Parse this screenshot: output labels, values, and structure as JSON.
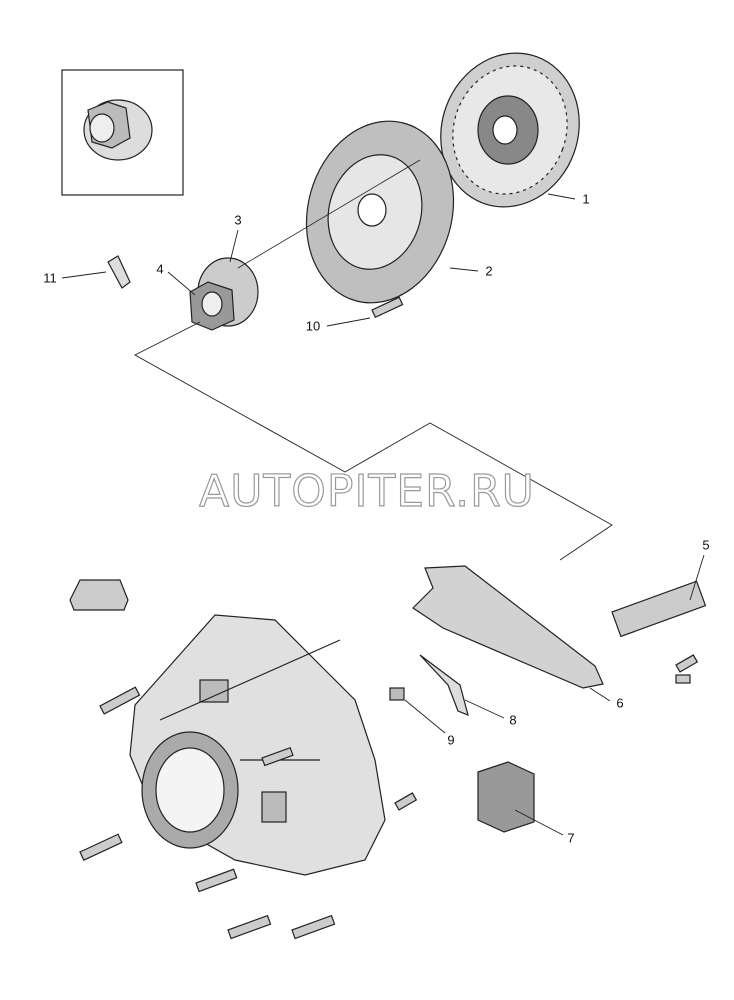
{
  "watermark": "AUTOPITER.RU",
  "callouts": [
    "1",
    "2",
    "3",
    "4",
    "5",
    "6",
    "7",
    "8",
    "9",
    "10",
    "11"
  ]
}
